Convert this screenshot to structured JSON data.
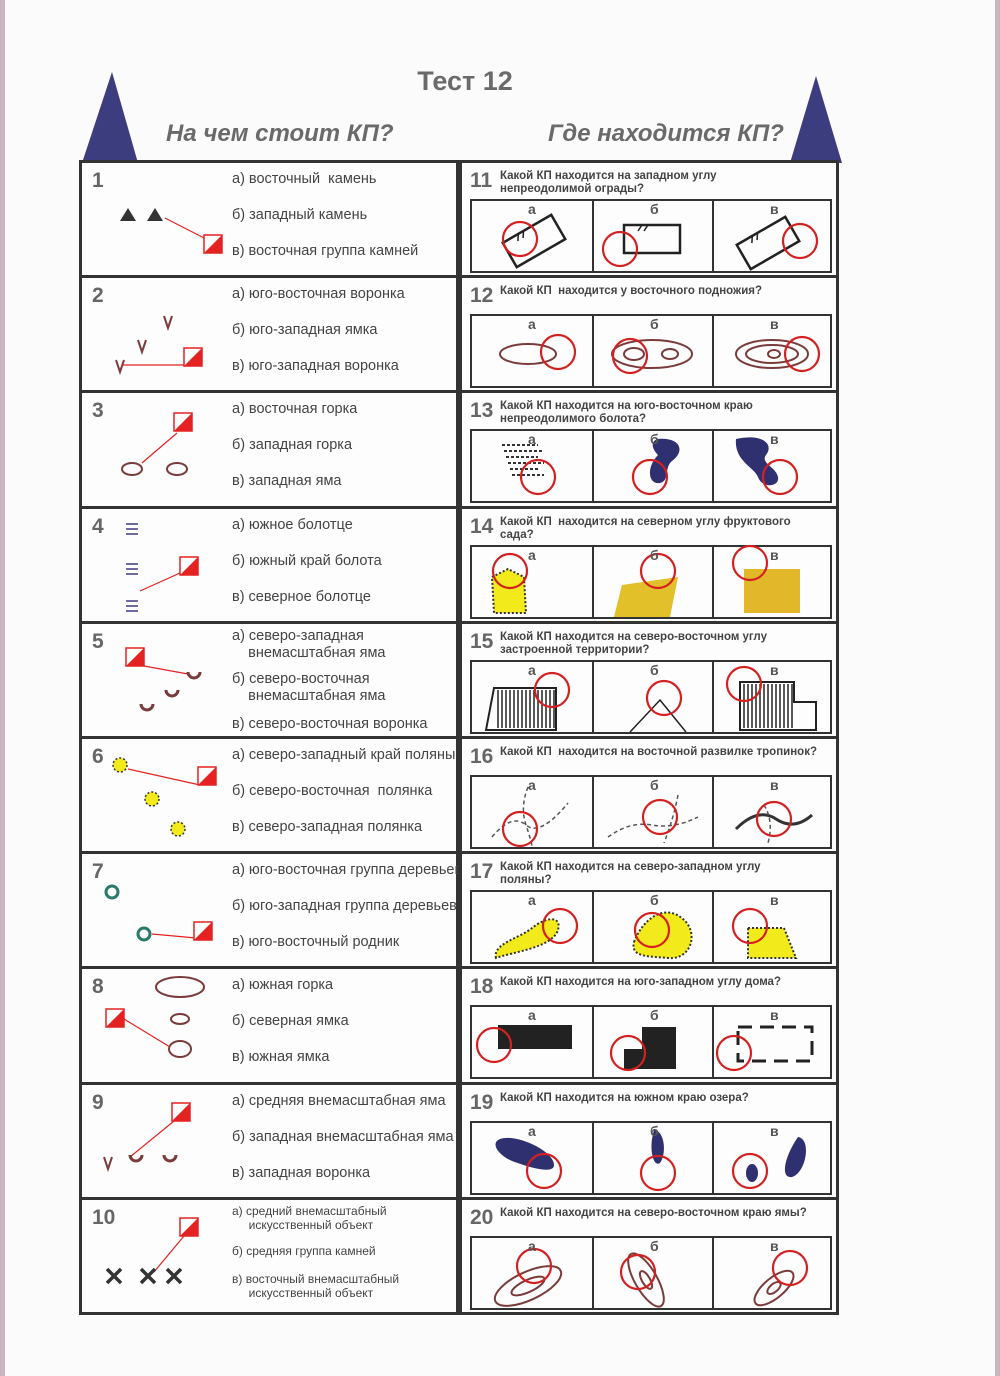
{
  "header": {
    "title": "Тест 12",
    "left_heading": "На чем стоит КП?",
    "right_heading": "Где находится КП?"
  },
  "left_rows": [
    {
      "number": "1",
      "options": [
        "а) восточный  камень",
        "б) западный камень",
        "в) восточная группа камней"
      ]
    },
    {
      "number": "2",
      "options": [
        "а) юго-восточная воронка",
        "б) юго-западная ямка",
        "в) юго-западная воронка"
      ]
    },
    {
      "number": "3",
      "options": [
        "а) восточная горка",
        "б) западная горка",
        "в) западная яма"
      ]
    },
    {
      "number": "4",
      "options": [
        "а) южное болотце",
        "б) южный край болота",
        "в) северное болотце"
      ]
    },
    {
      "number": "5",
      "options": [
        "а) северо-западная\n    внемасштабная яма",
        "б) северо-восточная\n    внемасштабная яма",
        "в) северо-восточная воронка"
      ]
    },
    {
      "number": "6",
      "options": [
        "а) северо-западный край поляны",
        "б) северо-восточная  полянка",
        "в) северо-западная полянка"
      ]
    },
    {
      "number": "7",
      "options": [
        "а) юго-восточная группа деревьев",
        "б) юго-западная группа деревьев",
        "в) юго-восточный родник"
      ]
    },
    {
      "number": "8",
      "options": [
        "а) южная горка",
        "б) северная ямка",
        "в) южная ямка"
      ]
    },
    {
      "number": "9",
      "options": [
        "а) средняя внемасштабная яма",
        "б) западная внемасштабная яма",
        "в) западная воронка"
      ]
    },
    {
      "number": "10",
      "options": [
        "а) средний внемасштабный\n     искусственный объект",
        "б) средняя группа камней",
        "в) восточный внемасштабный\n     искусственный объект"
      ]
    }
  ],
  "right_rows": [
    {
      "number": "11",
      "question": "Какой КП находится на западном углу\nнепреодолимой ограды?"
    },
    {
      "number": "12",
      "question": "Какой КП  находится у восточного подножия?"
    },
    {
      "number": "13",
      "question": "Какой КП находится на юго-восточном краю\nнепреодолимого болота?"
    },
    {
      "number": "14",
      "question": "Какой КП  находится на северном углу фруктового\nсада?"
    },
    {
      "number": "15",
      "question": "Какой КП находится на северо-восточном углу\nзастроенной территории?"
    },
    {
      "number": "16",
      "question": "Какой КП  находится на восточной развилке тропинок?"
    },
    {
      "number": "17",
      "question": "Какой КП находится на северо-западном углу\nполяны?"
    },
    {
      "number": "18",
      "question": "Какой КП находится на юго-западном углу дома?"
    },
    {
      "number": "19",
      "question": "Какой КП находится на южном краю озера?"
    },
    {
      "number": "20",
      "question": "Какой КП находится на северо-восточном краю ямы?"
    }
  ],
  "variant_labels": [
    "а",
    "б",
    "в"
  ],
  "colors": {
    "flag": "#e52222",
    "circle": "#d42020",
    "tower": "#3c3d7e",
    "border": "#333333",
    "yellow": "#f2ea1a",
    "navy": "#2f3070"
  }
}
